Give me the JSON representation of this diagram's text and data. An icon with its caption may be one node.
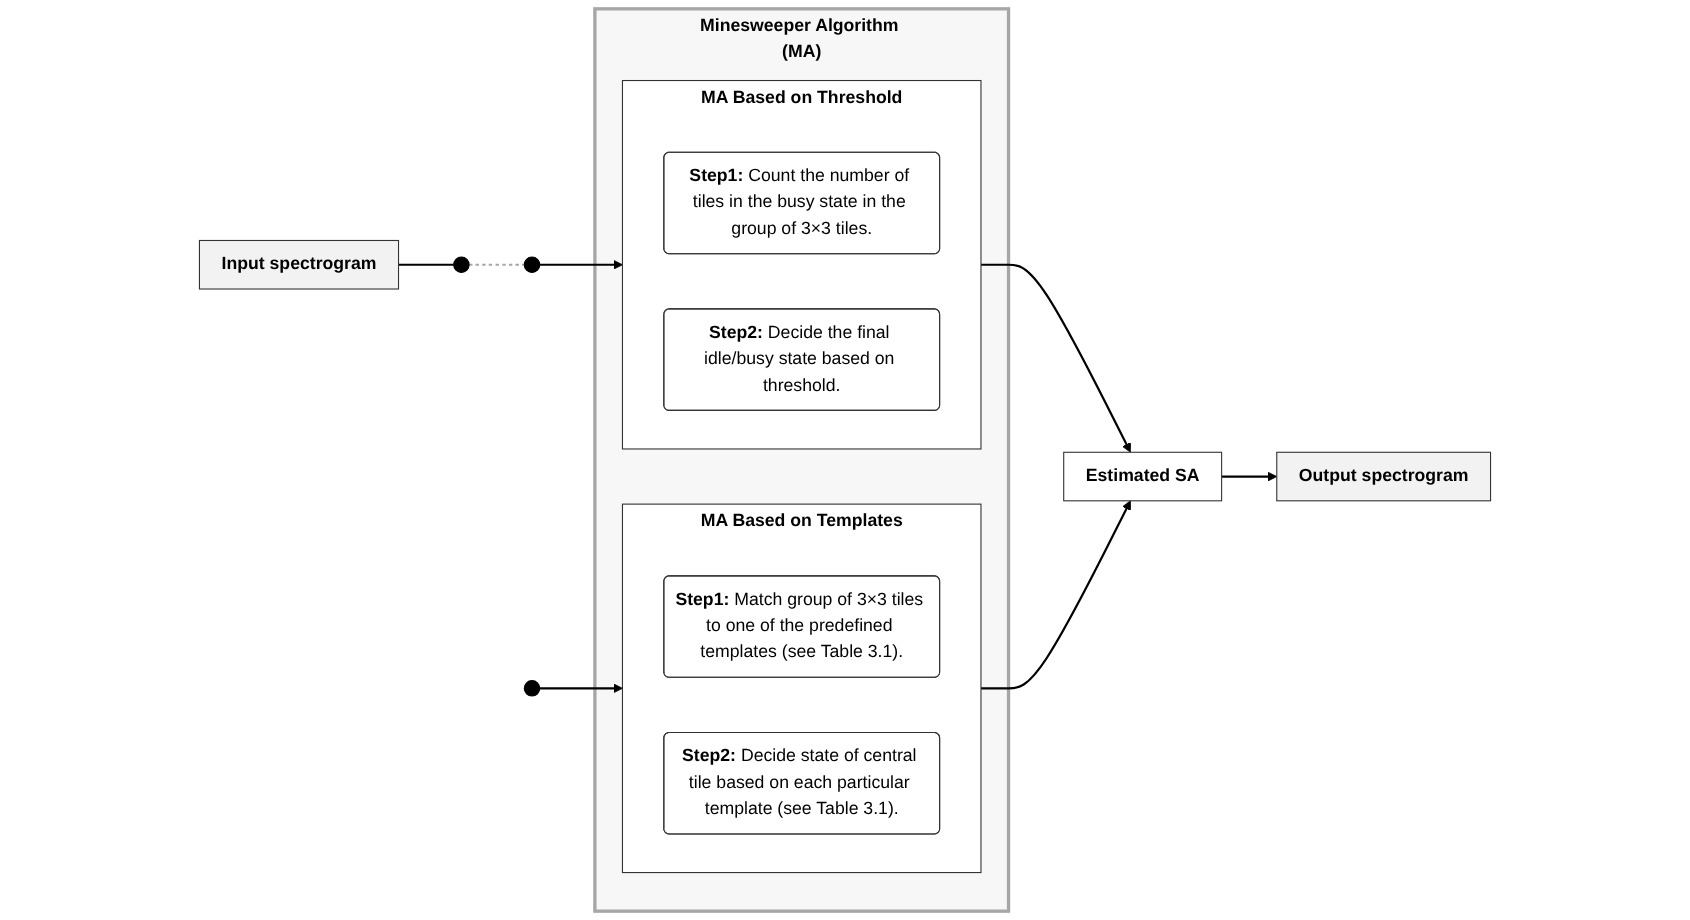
{
  "diagram": {
    "nodes": [
      {
        "text": [
          "Minesweeper Algorithm (MA)"
        ]
      },
      {
        "text": [
          "MA Based on Threshold"
        ],
        "in": 0
      },
      {
        "text": [
          "**Step1:** Count the number of tiles in the busy state in the group of 3×3 tiles."
        ],
        "in": 1
      },
      {
        "text": [
          "**Step2:** Decide the final idle/busy state based on threshold."
        ],
        "in": 1
      },
      {
        "text": [
          "MA Based on Templates"
        ],
        "in": 0
      },
      {
        "text": [
          "**Step1:** Match group of 3×3 tiles to one of the predefined templates (see Table 3.1)."
        ],
        "in": 4
      },
      {
        "text": [
          "**Step2:** Decide state of central tile based on each particular template (see Table 3.1)."
        ],
        "in": 4
      },
      {
        "text": [
          "Input spectrogram"
        ]
      },
      {
        "text": [],
        "shape": "circle"
      },
      {
        "text": [],
        "shape": "circle"
      },
      {
        "text": [],
        "shape": "circle"
      },
      {
        "text": [
          "Estimated SA"
        ]
      },
      {
        "text": [
          "Output spectrogram"
        ]
      }
    ],
    "edges": [
      {
        "from": 7,
        "to": 8,
        "arrow": "none"
      },
      {
        "from": 8,
        "to": 9,
        "arrow": "none",
        "style": "dashed",
        "color": "#a6a6a6"
      },
      {
        "from": 9,
        "to": 1,
        "arrow": "to"
      },
      {
        "from": 10,
        "to": 4,
        "arrow": "to"
      },
      {
        "from": 1,
        "to": 11,
        "arrow": "to"
      },
      {
        "from": 4,
        "to": 11,
        "arrow": "to"
      },
      {
        "from": 11,
        "to": 12,
        "arrow": "to"
      }
    ]
  }
}
